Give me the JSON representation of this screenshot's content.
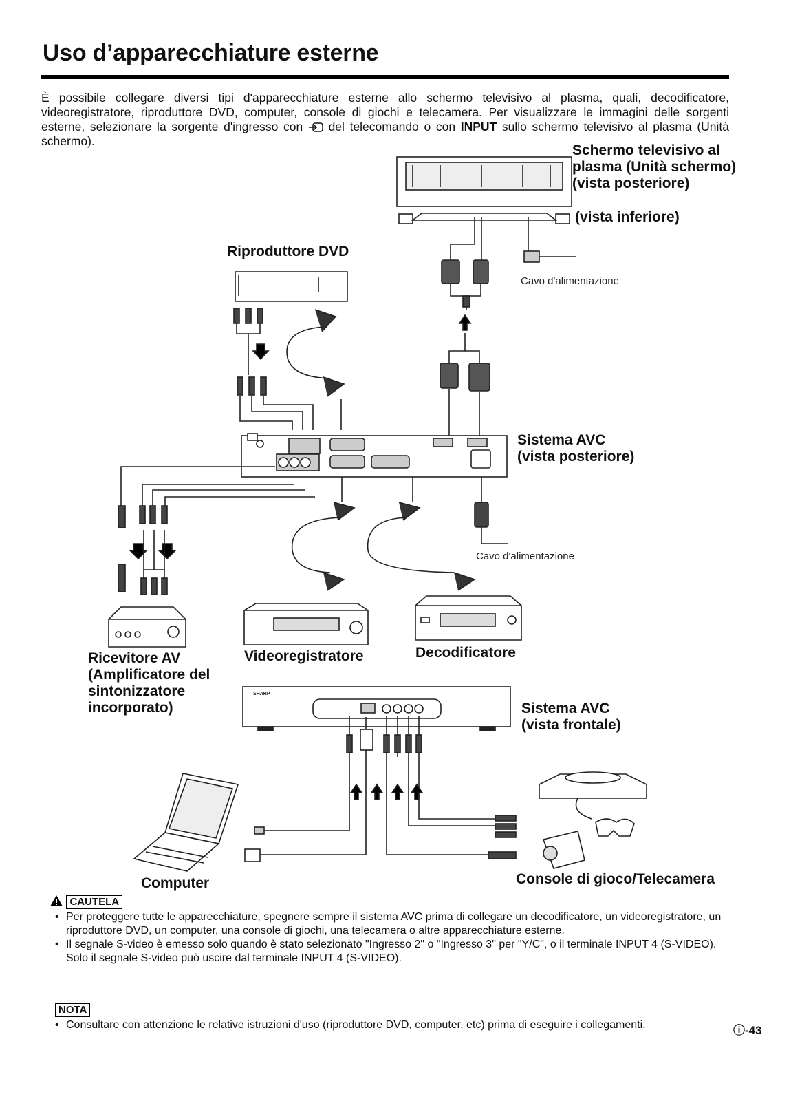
{
  "title": "Uso d’apparecchiature esterne",
  "intro": {
    "part1": "È possibile collegare diversi tipi d'apparecchiature esterne allo schermo televisivo al plasma, quali, decodificatore, videoregistratore, riproduttore DVD, computer, console di giochi e telecamera. Per visualizzare le immagini delle sorgenti esterne, selezionare la sorgente d'ingresso con",
    "part2": "del telecomando o con",
    "input_word": "INPUT",
    "part3": "sullo schermo televisivo al plasma (Unità schermo)."
  },
  "labels": {
    "screen_rear": "Schermo televisivo al plasma (Unità schermo) (vista posteriore)",
    "screen_bottom": "(vista inferiore)",
    "dvd": "Riproduttore DVD",
    "power_cable_1": "Cavo d'alimentazione",
    "avc_rear": "Sistema AVC (vista posteriore)",
    "power_cable_2": "Cavo d'alimentazione",
    "av_receiver": "Ricevitore AV (Amplificatore del sintonizzatore incorporato)",
    "vcr": "Videoregistratore",
    "decoder": "Decodificatore",
    "avc_front": "Sistema AVC (vista frontale)",
    "computer": "Computer",
    "console": "Console di gioco/Telecamera",
    "brand": "SHARP"
  },
  "caution": {
    "tag": "CAUTELA",
    "items": [
      "Per proteggere tutte le apparecchiature, spegnere sempre il sistema AVC prima di collegare un decodificatore, un videoregistratore, un riproduttore DVD, un computer, una console di giochi, una telecamera o altre apparecchiature esterne.",
      "Il segnale S-video è emesso solo quando è stato selezionato \"Ingresso 2\" o \"Ingresso 3\" per \"Y/C\", o il terminale INPUT 4 (S-VIDEO). Solo il segnale S-video può uscire dal terminale INPUT 4 (S-VIDEO)."
    ]
  },
  "nota": {
    "tag": "NOTA",
    "items": [
      "Consultare con attenzione le relative istruzioni d'uso (riproduttore DVD, computer, etc) prima di eseguire i collegamenti."
    ]
  },
  "page_number": "ⓘ-43"
}
